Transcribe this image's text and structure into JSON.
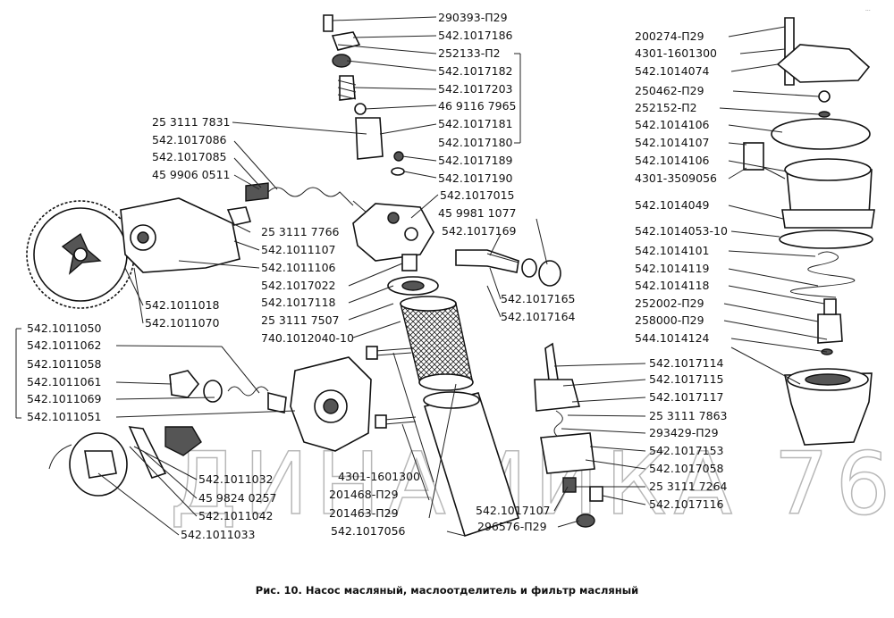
{
  "caption": "Рис. 10. Насос масляный, маслоотделитель и фильтр масляный",
  "watermark": "ДИНАМИКА 76",
  "corner_mark": "...",
  "labels": {
    "l01": "290393-П29",
    "l02": "542.1017186",
    "l03": "252133-П2",
    "l04": "542.1017182",
    "l05": "542.1017203",
    "l06": "46 9116 7965",
    "l07": "542.1017181",
    "l08": "542.1017180",
    "l09": "542.1017189",
    "l10": "542.1017190",
    "l11": "542.1017015",
    "l12": "45 9981 1077",
    "l13": "542.1017169",
    "l14": "25 3111 7831",
    "l15": "542.1017086",
    "l16": "542.1017085",
    "l17": "45 9906 0511",
    "l18": "25 3111 7766",
    "l19": "542.1011107",
    "l20": "542.1011106",
    "l21": "542.1017022",
    "l22": "542.1017118",
    "l23": "25 3111 7507",
    "l24": "740.1012040-10",
    "l25": "542.1017165",
    "l26": "542.1017164",
    "l27": "542.1011018",
    "l28": "542.1011070",
    "l29": "542.1011050",
    "l30": "542.1011062",
    "l31": "542.1011058",
    "l32": "542.1011061",
    "l33": "542.1011069",
    "l34": "542.1011051",
    "l35": "542.1011032",
    "l36": "45 9824 0257",
    "l37": "542.1011042",
    "l38": "542.1011033",
    "l39": "4301-1601300",
    "l40": "201468-П29",
    "l41": "201463-П29",
    "l42": "542.1017056",
    "l43": "542.1017107",
    "l44": "296576-П29",
    "l45": "542.1017114",
    "l46": "542.1017115",
    "l47": "542.1017117",
    "l48": "25 3111 7863",
    "l49": "293429-П29",
    "l50": "542.1017153",
    "l51": "542.1017058",
    "l52": "25 3111 7264",
    "l53": "542.1017116",
    "l54": "200274-П29",
    "l55": "4301-1601300",
    "l56": "542.1014074",
    "l57": "250462-П29",
    "l58": "252152-П2",
    "l59": "542.1014106",
    "l60": "542.1014107",
    "l61": "542.1014106",
    "l62": "4301-3509056",
    "l63": "542.1014049",
    "l64": "542.1014053-10",
    "l65": "542.1014101",
    "l66": "542.1014119",
    "l67": "542.1014118",
    "l68": "252002-П29",
    "l69": "258000-П29",
    "l70": "544.1014124"
  }
}
